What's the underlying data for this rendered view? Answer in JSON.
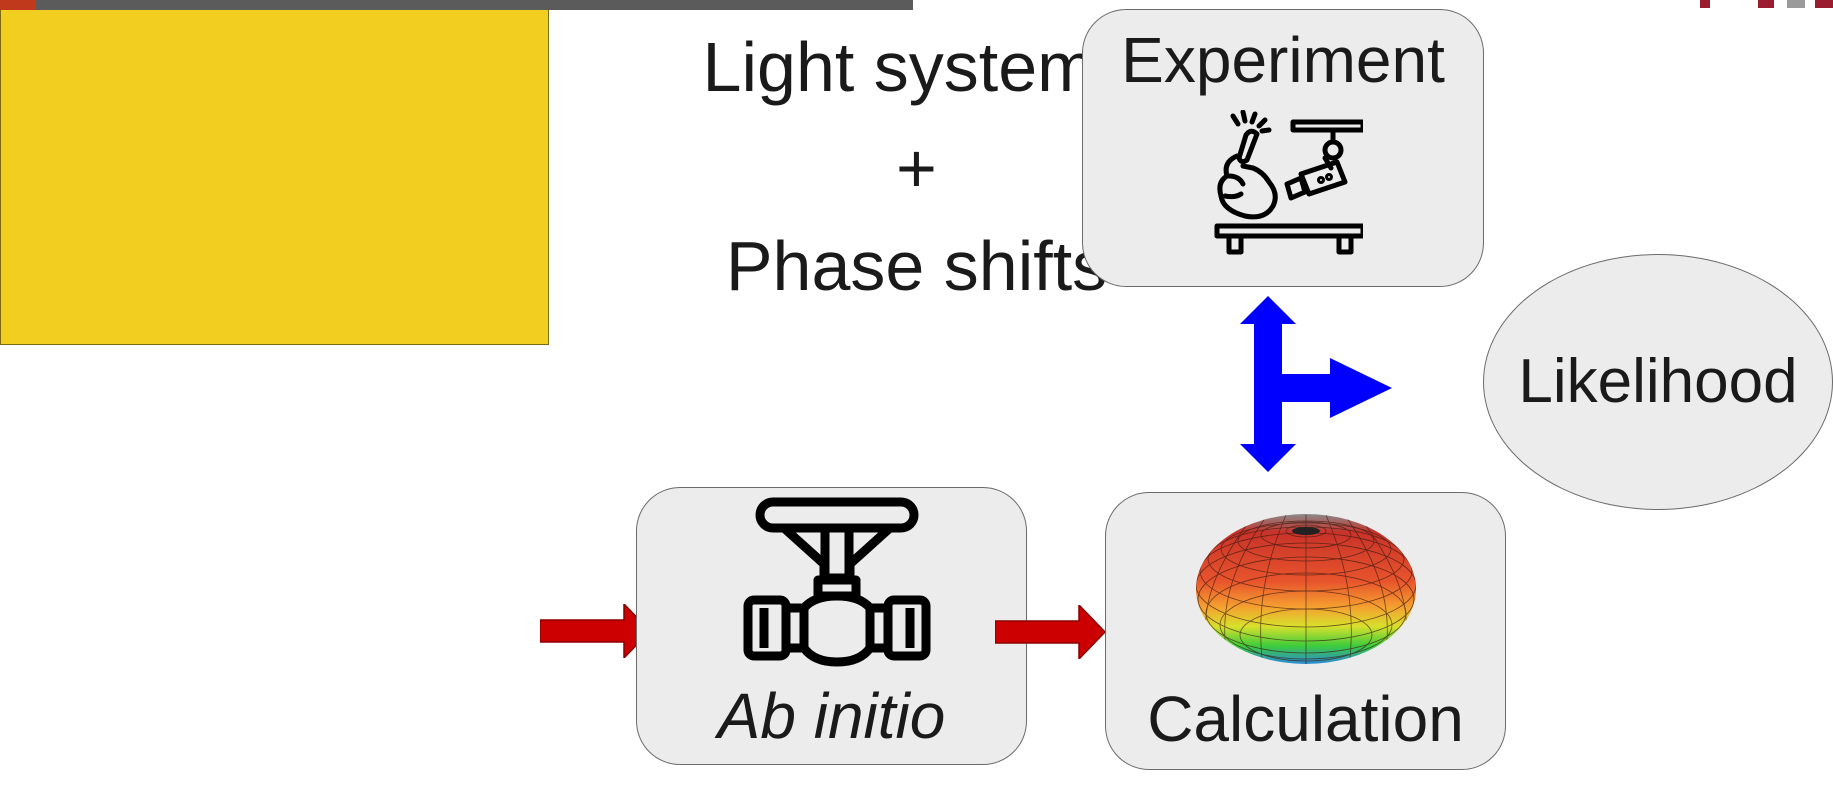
{
  "colors": {
    "header_bar": "#5b5b5b",
    "header_accent": "#c0391c",
    "input_box_fill": "#f1ce20",
    "node_fill": "#ececec",
    "red_arrow": "#cc0000",
    "blue_arrow": "#0000ff"
  },
  "input_box": {
    "lines": [
      "Light systems",
      "+",
      "Phase shifts"
    ]
  },
  "nodes": {
    "ab_initio": {
      "label": "Ab initio",
      "icon": "valve-icon"
    },
    "calculation": {
      "label": "Calculation",
      "icon": "deformed-sphere-icon"
    },
    "experiment": {
      "label": "Experiment",
      "icon": "robotic-lab-experiment-icon"
    },
    "likelihood": {
      "label": "Likelihood"
    }
  },
  "arrows": [
    {
      "from": "input_box",
      "to": "ab_initio",
      "color": "red"
    },
    {
      "from": "ab_initio",
      "to": "calculation",
      "color": "red"
    },
    {
      "from": "experiment",
      "to": "calculation",
      "color": "blue",
      "type": "double-headed with branch to likelihood"
    }
  ]
}
